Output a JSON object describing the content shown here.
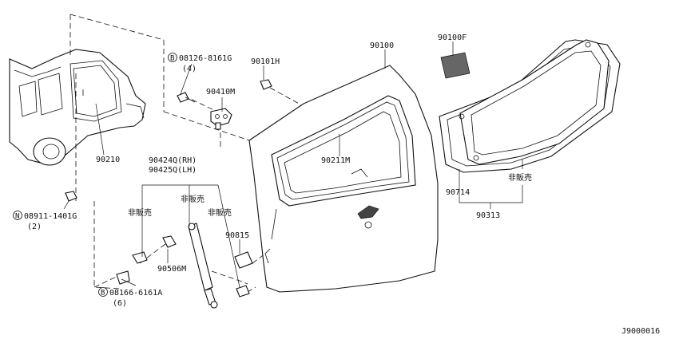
{
  "labels": {
    "p90100": "90100",
    "p90100f": "90100F",
    "p90101h": "90101H",
    "p08126": "08126-8161G",
    "p08126_qty": "(4)",
    "p90410m": "90410M",
    "p90210": "90210",
    "p90211m": "90211M",
    "p90424q": "90424Q(RH)",
    "p90425q": "90425Q(LH)",
    "not_for_sale_1": "非販売",
    "not_for_sale_2": "非販売",
    "not_for_sale_3": "非販売",
    "not_for_sale_4": "非販売",
    "p90815": "90815",
    "p90506m": "90506M",
    "p08166": "08166-6161A",
    "p08166_qty": "(6)",
    "p08911": "08911-1401G",
    "p08911_qty": "(2)",
    "p90714": "90714",
    "p90313": "90313",
    "diagram_id": "J9000016"
  },
  "symbols": {
    "b_circle": "B",
    "n_circle": "N"
  }
}
